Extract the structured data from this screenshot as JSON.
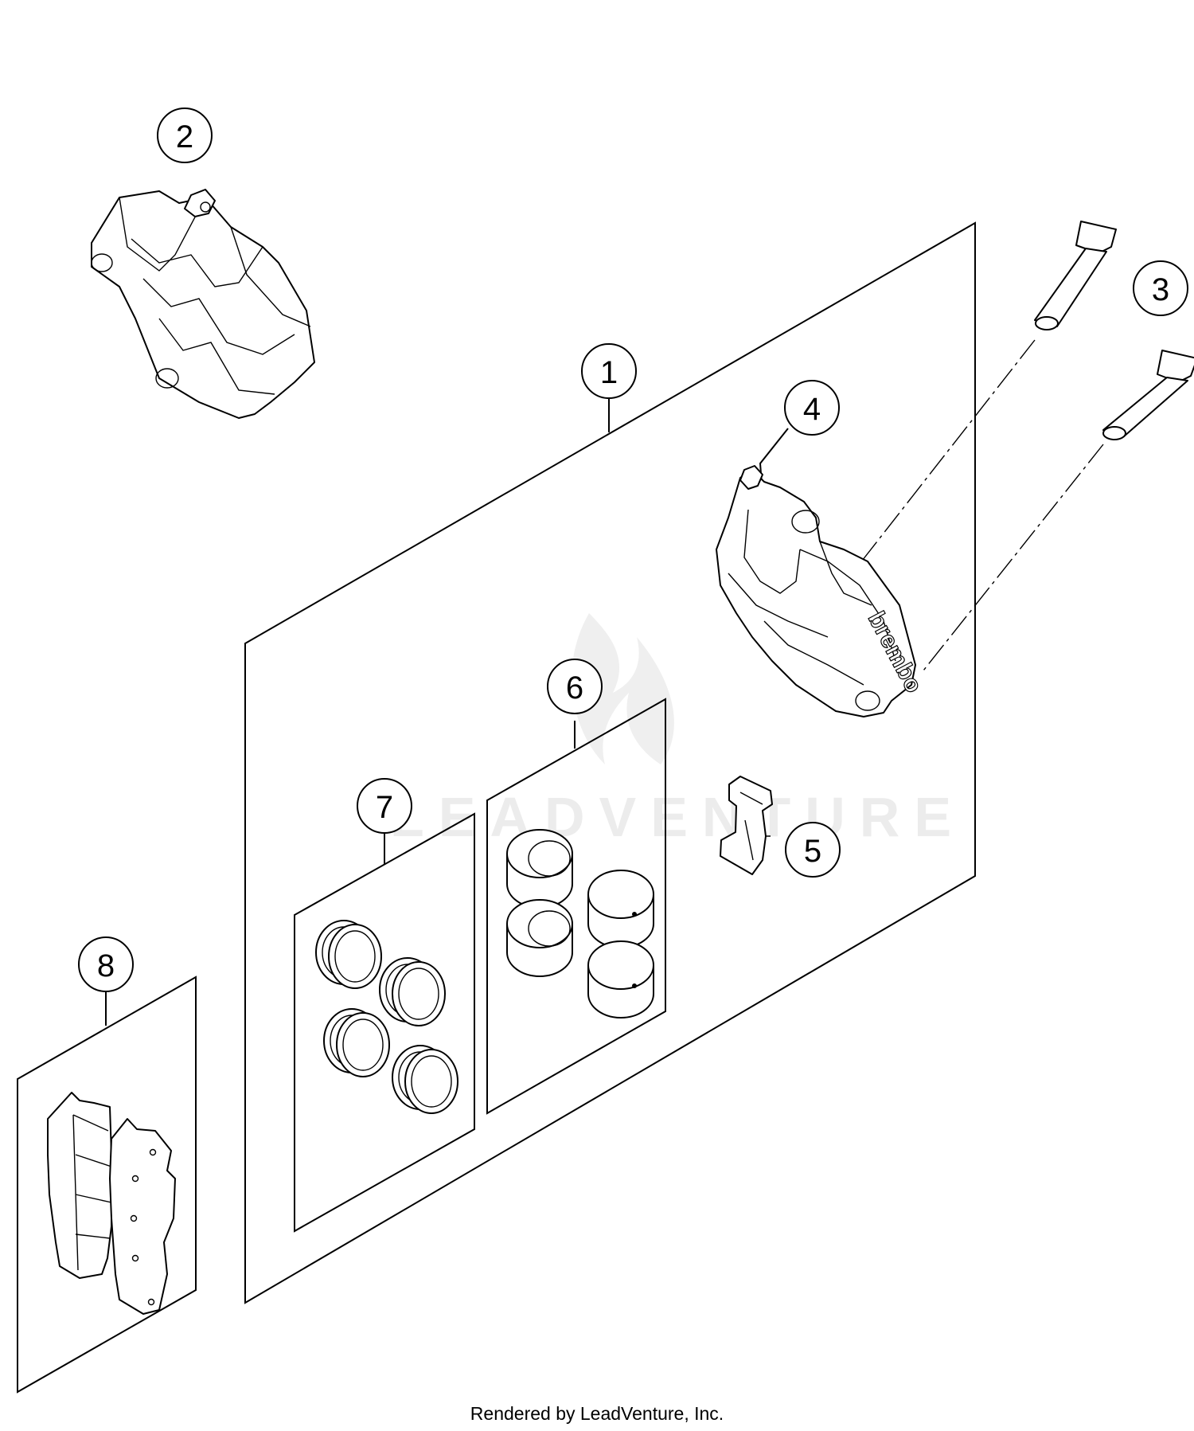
{
  "watermark": "LEADVENTURE",
  "footer": "Rendered by LeadVenture, Inc.",
  "callouts": [
    "1",
    "2",
    "3",
    "4",
    "5",
    "6",
    "7",
    "8"
  ],
  "brand_mark": "brembo"
}
